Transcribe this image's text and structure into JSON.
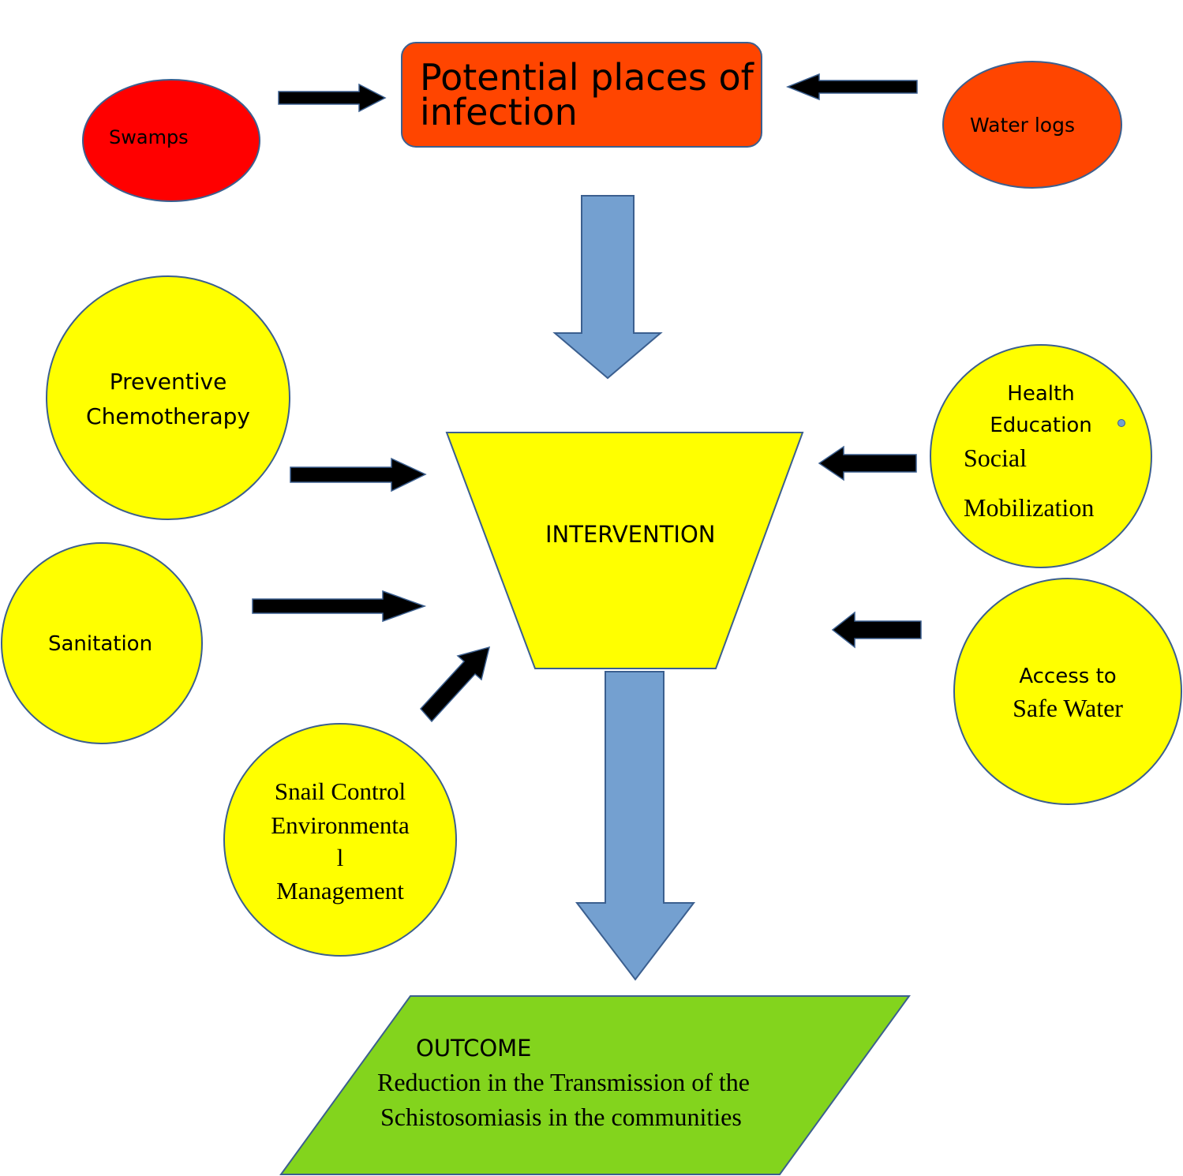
{
  "colors": {
    "red": "#ff0000",
    "orange": "#ff4500",
    "yellow": "#ffff00",
    "green": "#83d41d",
    "blue_arrow": "#74a0d0",
    "outline": "#3b5f8f",
    "black_arrow": "#000000"
  },
  "sources": {
    "swamps": "Swamps",
    "water_logs": "Water logs"
  },
  "potential_places": {
    "line1": "Potential places of",
    "line2": "infection"
  },
  "intervention": {
    "label": "INTERVENTION"
  },
  "interventions": {
    "preventive_chemotherapy": {
      "line1": "Preventive",
      "line2": "Chemotherapy"
    },
    "sanitation": "Sanitation",
    "snail_control": {
      "line1": "Snail Control",
      "line2": "Environmenta",
      "line3": "l",
      "line4": "Management"
    },
    "health_education": {
      "line1": "Health",
      "line2": "Education",
      "line3": "Social",
      "line4": "Mobilization"
    },
    "safe_water": {
      "line1": "Access to",
      "line2": "Safe Water"
    }
  },
  "outcome": {
    "title": "OUTCOME",
    "line1": "Reduction in the Transmission of the",
    "line2": "Schistosomiasis in the communities"
  },
  "icons": {
    "arrow": "right-arrow",
    "flow_arrow": "down-arrow"
  }
}
